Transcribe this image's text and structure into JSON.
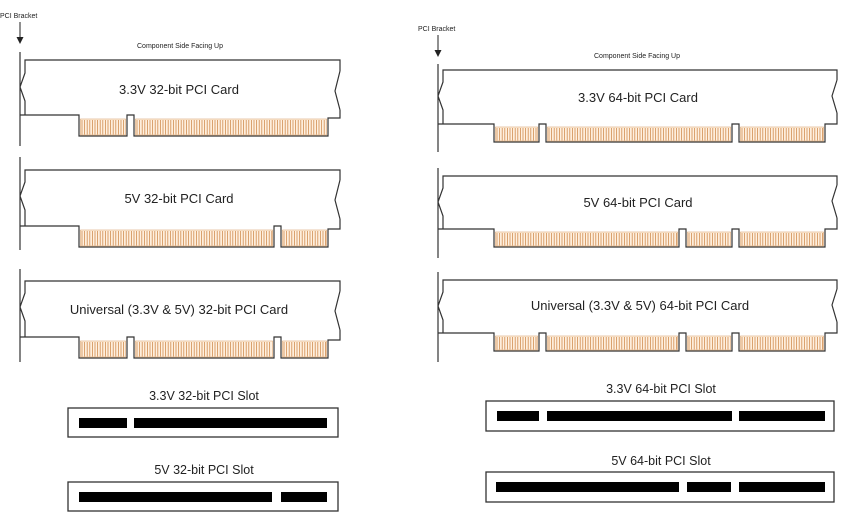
{
  "left": {
    "bracket_label": "PCI Bracket",
    "side_label": "Component Side Facing Up",
    "cards": [
      {
        "label": "3.3V 32-bit PCI Card"
      },
      {
        "label": "5V 32-bit PCI Card"
      },
      {
        "label": "Universal (3.3V & 5V) 32-bit PCI Card"
      }
    ],
    "slots": [
      {
        "label": "3.3V 32-bit PCI Slot"
      },
      {
        "label": "5V 32-bit PCI Slot"
      }
    ]
  },
  "right": {
    "bracket_label": "PCI Bracket",
    "side_label": "Component Side Facing Up",
    "cards": [
      {
        "label": "3.3V 64-bit PCI Card"
      },
      {
        "label": "5V 64-bit PCI Card"
      },
      {
        "label": "Universal (3.3V & 5V) 64-bit PCI Card"
      }
    ],
    "slots": [
      {
        "label": "3.3V 64-bit PCI Slot"
      },
      {
        "label": "5V 64-bit PCI Slot"
      }
    ]
  },
  "colors": {
    "contact_fill": "#fff0e0",
    "contact_pin": "#d29155",
    "outline": "#333333",
    "slot_key": "#000000"
  }
}
